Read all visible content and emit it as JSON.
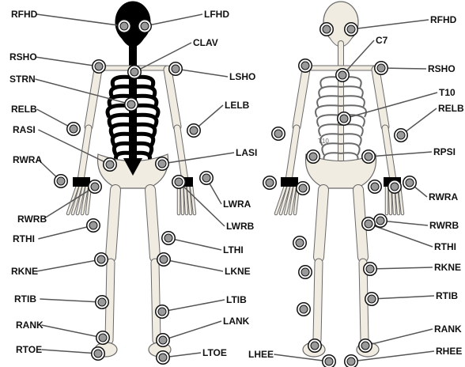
{
  "marker_style": {
    "outer": "#111111",
    "ring": "#ffffff",
    "inner": "#9a9a9a",
    "leader_line": "#555555",
    "bone_fill": "#f1ece2",
    "bone_stroke": "#6a6a6a",
    "highlight_fill": "#000000"
  },
  "views": [
    {
      "name": "anterior",
      "highlighted_bones": [
        "skull",
        "rib-cage",
        "spine",
        "pelvis-center"
      ]
    },
    {
      "name": "posterior",
      "highlighted_bones": []
    }
  ],
  "markers": [
    {
      "id": "RFHD",
      "view": "anterior",
      "text": "RFHD"
    },
    {
      "id": "LFHD",
      "view": "anterior",
      "text": "LFHD"
    },
    {
      "id": "CLAV",
      "view": "anterior",
      "text": "CLAV"
    },
    {
      "id": "RSHO",
      "view": "anterior",
      "text": "RSHO"
    },
    {
      "id": "LSHO",
      "view": "anterior",
      "text": "LSHO"
    },
    {
      "id": "STRN",
      "view": "anterior",
      "text": "STRN"
    },
    {
      "id": "RELB",
      "view": "anterior",
      "text": "RELB"
    },
    {
      "id": "LELB",
      "view": "anterior",
      "text": "LELB"
    },
    {
      "id": "RASI",
      "view": "anterior",
      "text": "RASI"
    },
    {
      "id": "LASI",
      "view": "anterior",
      "text": "LASI"
    },
    {
      "id": "RWRA",
      "view": "anterior",
      "text": "RWRA"
    },
    {
      "id": "LWRA",
      "view": "anterior",
      "text": "LWRA"
    },
    {
      "id": "RWRB",
      "view": "anterior",
      "text": "RWRB"
    },
    {
      "id": "LWRB",
      "view": "anterior",
      "text": "LWRB"
    },
    {
      "id": "RTHI",
      "view": "anterior",
      "text": "RTHI"
    },
    {
      "id": "LTHI",
      "view": "anterior",
      "text": "LTHI"
    },
    {
      "id": "RKNE",
      "view": "anterior",
      "text": "RKNE"
    },
    {
      "id": "LKNE",
      "view": "anterior",
      "text": "LKNE"
    },
    {
      "id": "RTIB",
      "view": "anterior",
      "text": "RTIB"
    },
    {
      "id": "LTIB",
      "view": "anterior",
      "text": "LTIB"
    },
    {
      "id": "RANK",
      "view": "anterior",
      "text": "RANK"
    },
    {
      "id": "LANK",
      "view": "anterior",
      "text": "LANK"
    },
    {
      "id": "RTOE",
      "view": "anterior",
      "text": "RTOE"
    },
    {
      "id": "LTOE",
      "view": "anterior",
      "text": "LTOE"
    },
    {
      "id": "LHEE",
      "view": "posterior",
      "text": "LHEE"
    },
    {
      "id": "RFHD2",
      "view": "posterior",
      "text": "RFHD"
    },
    {
      "id": "C7",
      "view": "posterior",
      "text": "C7"
    },
    {
      "id": "RSHO2",
      "view": "posterior",
      "text": "RSHO"
    },
    {
      "id": "T10",
      "view": "posterior",
      "text": "T10"
    },
    {
      "id": "RELB2",
      "view": "posterior",
      "text": "RELB"
    },
    {
      "id": "RPSI",
      "view": "posterior",
      "text": "RPSI"
    },
    {
      "id": "RWRA2",
      "view": "posterior",
      "text": "RWRA"
    },
    {
      "id": "RWRB2",
      "view": "posterior",
      "text": "RWRB"
    },
    {
      "id": "RTHI2",
      "view": "posterior",
      "text": "RTHI"
    },
    {
      "id": "RKNE2",
      "view": "posterior",
      "text": "RKNE"
    },
    {
      "id": "RTIB2",
      "view": "posterior",
      "text": "RTIB"
    },
    {
      "id": "RANK2",
      "view": "posterior",
      "text": "RANK"
    },
    {
      "id": "RHEE",
      "view": "posterior",
      "text": "RHEE"
    }
  ],
  "inline_labels": {
    "spine_t10": "T10"
  }
}
